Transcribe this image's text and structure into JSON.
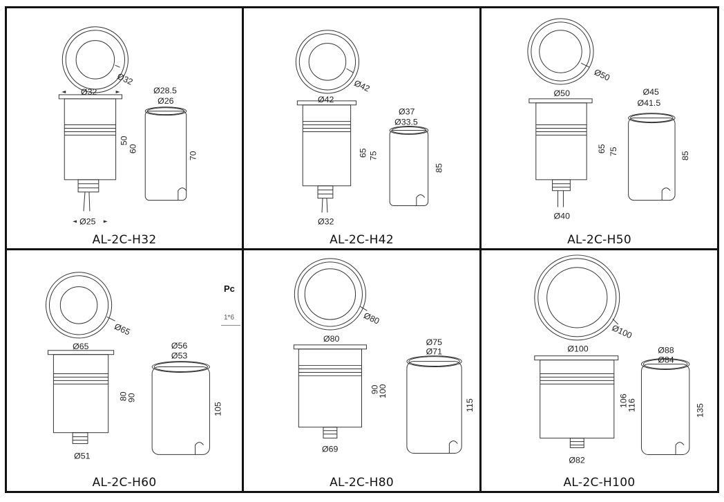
{
  "products": [
    {
      "model": "AL-2C-H32",
      "face_dia": "Ø32",
      "flange_dia": "Ø32",
      "sleeve_outer": "Ø28.5",
      "sleeve_inner": "Ø26",
      "body_h": "50",
      "total_h": "60",
      "sleeve_h": "70",
      "base_dia": "Ø25"
    },
    {
      "model": "AL-2C-H42",
      "face_dia": "Ø42",
      "flange_dia": "Ø42",
      "sleeve_outer": "Ø37",
      "sleeve_inner": "Ø33.5",
      "body_h": "65",
      "total_h": "75",
      "sleeve_h": "85",
      "base_dia": "Ø32"
    },
    {
      "model": "AL-2C-H50",
      "face_dia": "Ø50",
      "flange_dia": "Ø50",
      "sleeve_outer": "Ø45",
      "sleeve_inner": "Ø41.5",
      "body_h": "65",
      "total_h": "75",
      "sleeve_h": "85",
      "base_dia": "Ø40"
    },
    {
      "model": "AL-2C-H60",
      "face_dia": "Ø65",
      "flange_dia": "Ø65",
      "sleeve_outer": "Ø56",
      "sleeve_inner": "Ø53",
      "body_h": "80",
      "total_h": "90",
      "sleeve_h": "105",
      "base_dia": "Ø51"
    },
    {
      "model": "AL-2C-H80",
      "face_dia": "Ø80",
      "flange_dia": "Ø80",
      "sleeve_outer": "Ø75",
      "sleeve_inner": "Ø71",
      "body_h": "90",
      "total_h": "100",
      "sleeve_h": "115",
      "base_dia": "Ø69"
    },
    {
      "model": "AL-2C-H100",
      "face_dia": "Ø100",
      "flange_dia": "Ø100",
      "sleeve_outer": "Ø88",
      "sleeve_inner": "Ø84",
      "body_h": "106",
      "total_h": "116",
      "sleeve_h": "135",
      "base_dia": "Ø82"
    }
  ],
  "cropped_text": {
    "title": "Pc",
    "line": "1*6"
  }
}
